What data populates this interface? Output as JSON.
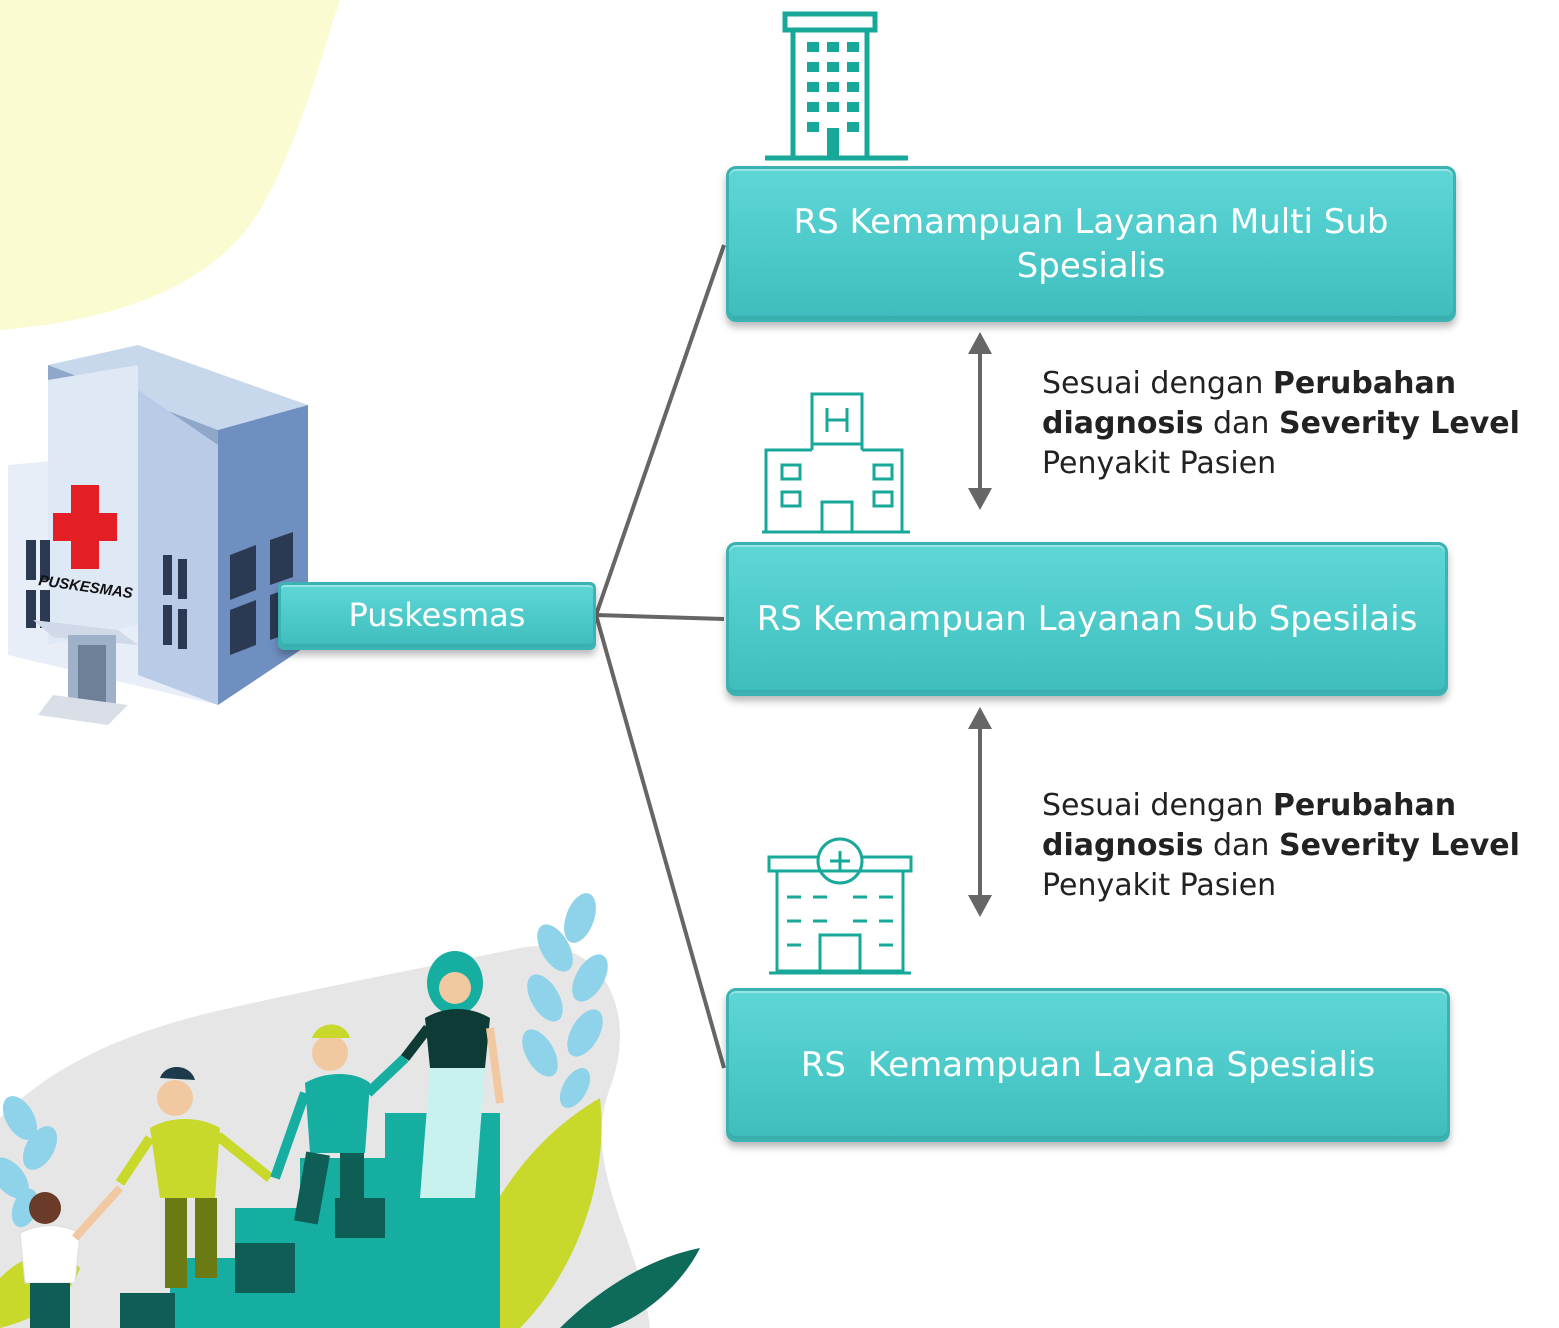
{
  "colors": {
    "accent_teal": "#4cc9c9",
    "line_gray": "#666666",
    "yellow_blob": "#fbfbd2",
    "icon_teal": "#17a89a"
  },
  "puskesmas": {
    "building_sign": "PUSKESMAS",
    "label": "Puskesmas"
  },
  "levels": [
    {
      "label": "RS Kemampuan Layanan Multi Sub Spesialis",
      "icon": "tall-building-icon"
    },
    {
      "label": "RS Kemampuan Layanan Sub Spesilais",
      "icon": "hospital-h-icon"
    },
    {
      "label": "RS  Kemampuan Layana Spesialis",
      "icon": "clinic-plus-icon"
    }
  ],
  "notes": [
    {
      "t1": "Sesuai dengan ",
      "b1": "Perubahan",
      "b2": "diagnosis",
      "t2": " dan ",
      "b3": "Severity Level",
      "t3": "Penyakit Pasien"
    },
    {
      "t1": "Sesuai dengan ",
      "b1": "Perubahan",
      "b2": "diagnosis",
      "t2": " dan ",
      "b3": "Severity Level",
      "t3": "Penyakit Pasien"
    }
  ]
}
